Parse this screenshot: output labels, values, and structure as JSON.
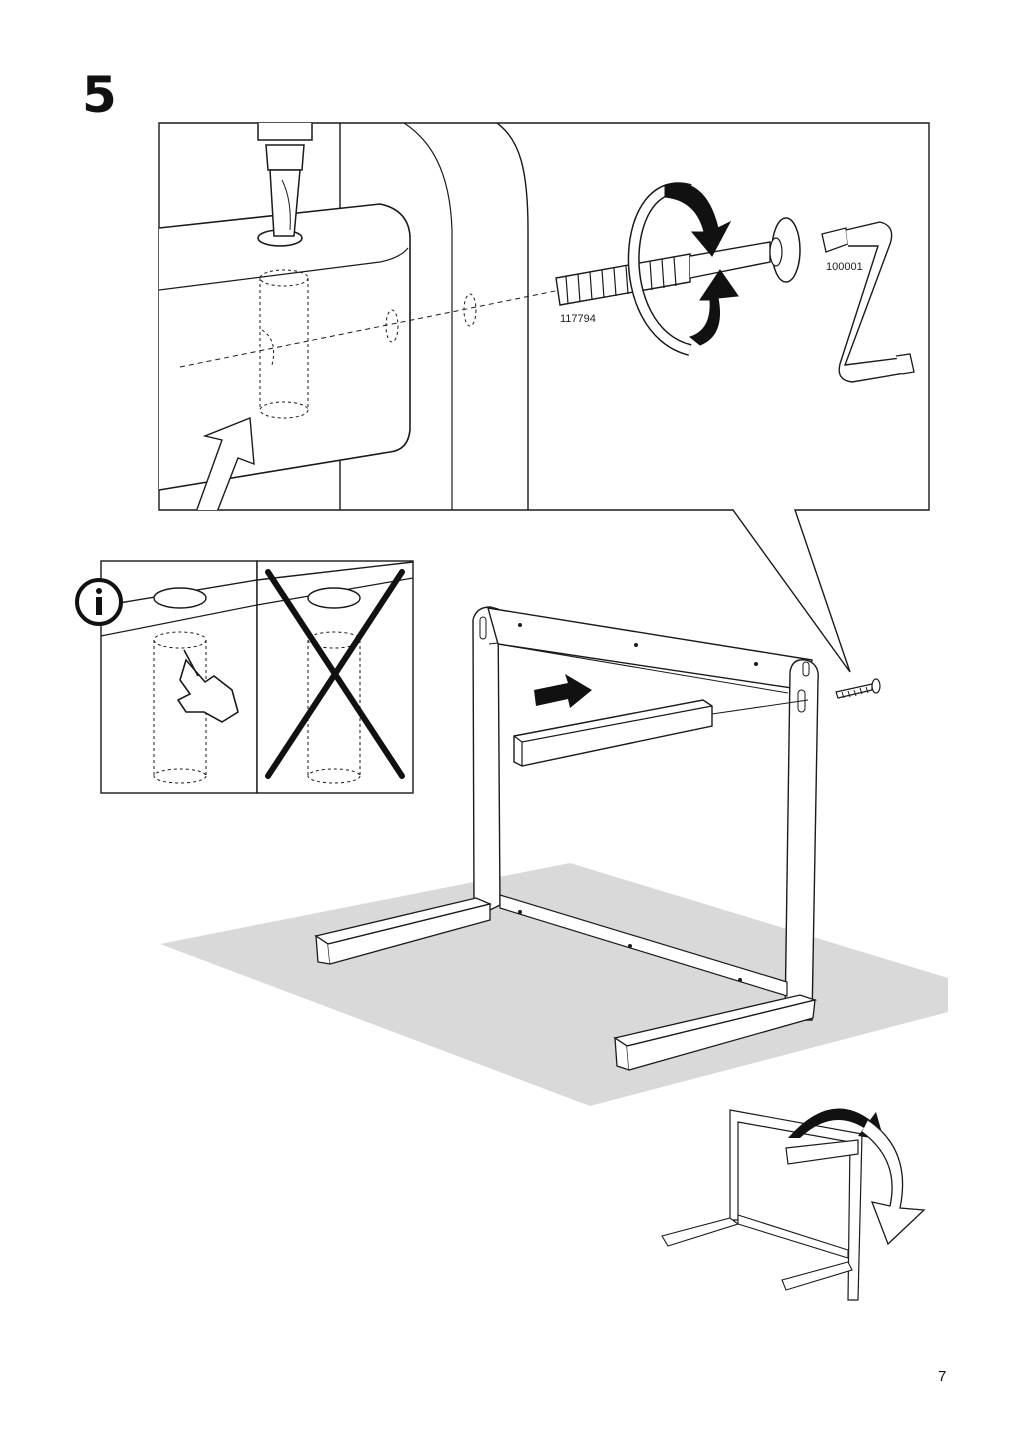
{
  "page": {
    "step_number": "5",
    "page_number": "7"
  },
  "parts": {
    "cam_lock": "117794",
    "crank_tool": "100001"
  },
  "icons": {
    "info": "info-icon",
    "wrong": "cross-icon",
    "direction": "arrow-right-icon",
    "rotate": "rotate-arrow-icon"
  },
  "colors": {
    "floor": "#d9d9d9",
    "line": "#1a1a1a",
    "black_fill": "#111111"
  }
}
